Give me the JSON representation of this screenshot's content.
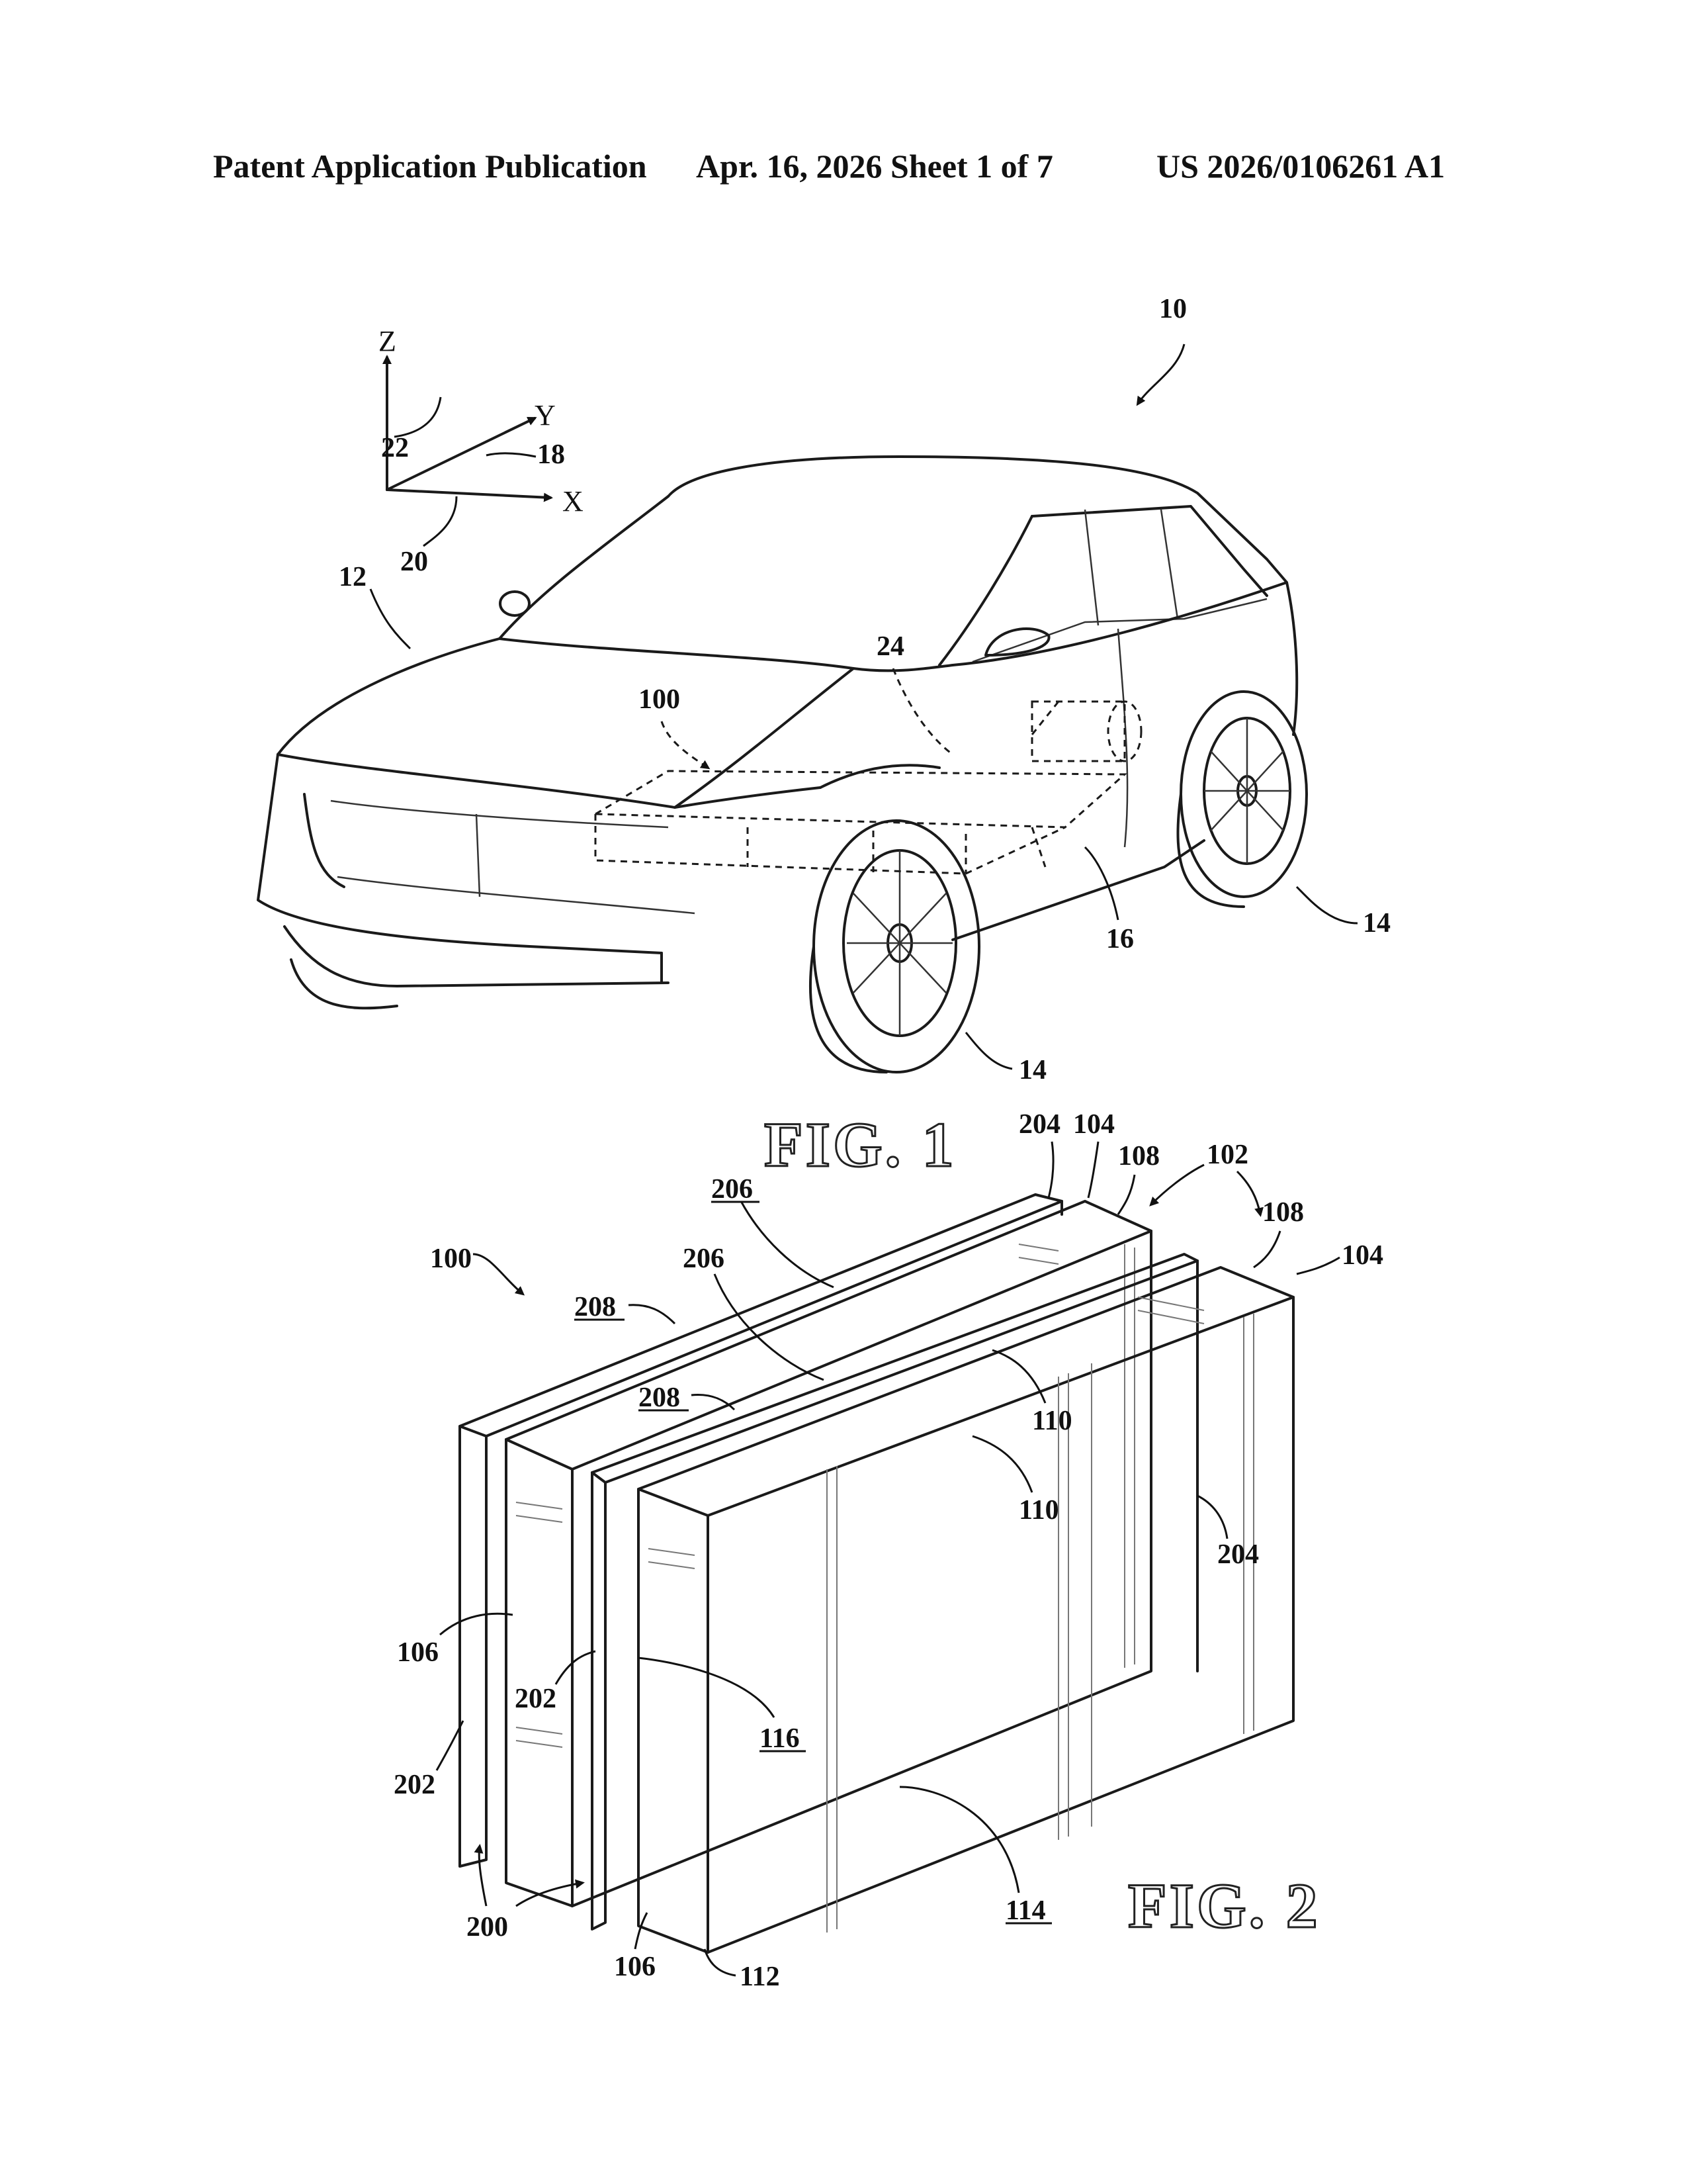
{
  "header": {
    "left": "Patent Application Publication",
    "middle": "Apr. 16, 2026  Sheet 1 of 7",
    "right": "US 2026/0106261 A1"
  },
  "fig1": {
    "caption": "FIG. 1",
    "axes": {
      "z": "Z",
      "y": "Y",
      "x": "X"
    },
    "refs": {
      "vehicle": "10",
      "body": "12",
      "wheel_front": "14",
      "wheel_rear": "14",
      "floor": "16",
      "y_axis": "18",
      "x_axis": "20",
      "z_axis": "22",
      "motor": "24",
      "battery": "100"
    }
  },
  "fig2": {
    "caption": "FIG. 2",
    "refs": {
      "assembly": "100",
      "module_102": "102",
      "top_204": "204",
      "top_104": "104",
      "top_108": "108",
      "right_108": "108",
      "right_104": "104",
      "surf_206a": "206",
      "surf_206b": "206",
      "edge_208a": "208",
      "edge_208b": "208",
      "face_110a": "110",
      "face_110b": "110",
      "side_204": "204",
      "cell_106a": "106",
      "cell_202a": "202",
      "cell_202b": "202",
      "ref_116": "116",
      "ref_114": "114",
      "ref_200": "200",
      "cell_106b": "106",
      "ref_112": "112"
    }
  }
}
